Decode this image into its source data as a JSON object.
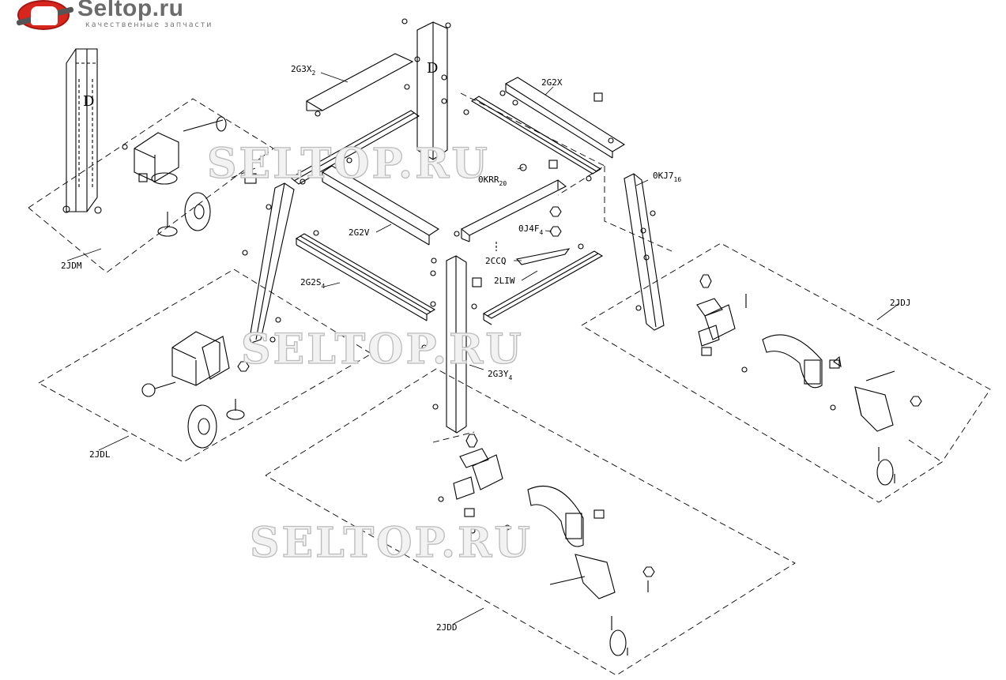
{
  "logo": {
    "title": "Seltop.ru",
    "subtitle": "качественные запчасти"
  },
  "watermark": "SELTOP.RU",
  "part_labels": {
    "g3x": "2G3X",
    "g3x_sub": "2",
    "g2x": "2G2X",
    "krr": "0KRR",
    "krr_sub": "20",
    "kj7": "0KJ7",
    "kj7_sub": "16",
    "g2v": "2G2V",
    "j4f": "0J4F",
    "j4f_sub": "4",
    "ccq": "2CCQ",
    "liw": "2LIW",
    "g2s": "2G2S",
    "g2s_sub": "4",
    "g3y": "2G3Y",
    "g3y_sub": "4",
    "jdm": "2JDM",
    "jdl": "2JDL",
    "jdj": "2JDJ",
    "jdd": "2JDD",
    "d_mark": "D"
  }
}
